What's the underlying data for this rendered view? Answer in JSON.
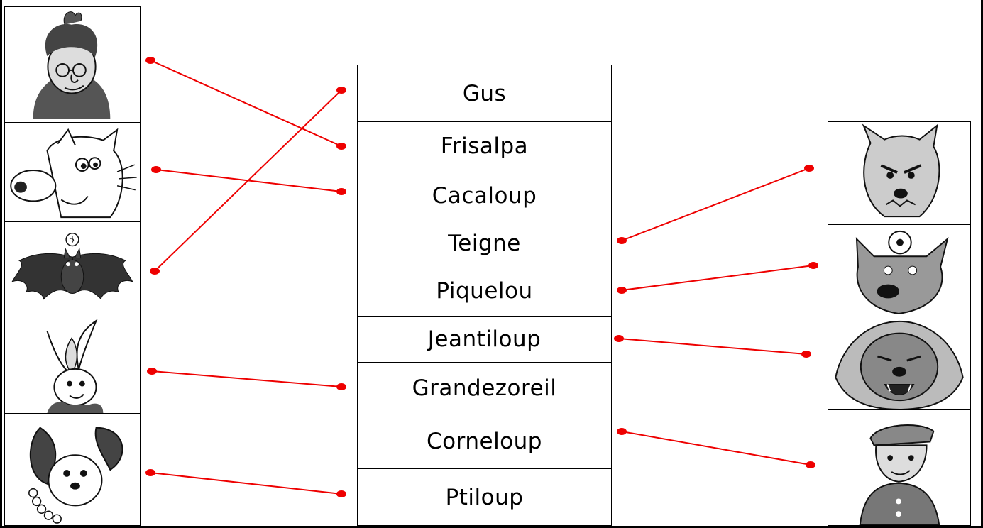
{
  "names": [
    "Gus",
    "Frisalpa",
    "Cacaloup",
    "Teigne",
    "Piquelou",
    "Jeantiloup",
    "Grandezoreil",
    "Corneloup",
    "Ptiloup"
  ],
  "left_pictures": [
    {
      "icon": "old-woman-with-glasses-icon"
    },
    {
      "icon": "big-nosed-wolf-icon"
    },
    {
      "icon": "bat-icon"
    },
    {
      "icon": "long-eared-rabbit-icon"
    },
    {
      "icon": "big-eared-mouse-with-pearls-icon"
    }
  ],
  "right_pictures": [
    {
      "icon": "angry-wolf-icon"
    },
    {
      "icon": "wolf-with-head-mirror-icon"
    },
    {
      "icon": "roaring-big-cat-icon"
    },
    {
      "icon": "wolf-in-uniform-icon"
    }
  ],
  "links": [
    {
      "from": "left-picture-1",
      "to": "Frisalpa"
    },
    {
      "from": "left-picture-2",
      "to": "Cacaloup"
    },
    {
      "from": "left-picture-3",
      "to": "Gus"
    },
    {
      "from": "left-picture-4",
      "to": "Grandezoreil"
    },
    {
      "from": "left-picture-5",
      "to": "Ptiloup"
    },
    {
      "from": "right-picture-1",
      "to": "Teigne"
    },
    {
      "from": "right-picture-2",
      "to": "Piquelou"
    },
    {
      "from": "right-picture-3",
      "to": "Jeantiloup"
    },
    {
      "from": "right-picture-4",
      "to": "Corneloup"
    }
  ],
  "colors": {
    "link": "#ee0000",
    "border": "#000000"
  }
}
